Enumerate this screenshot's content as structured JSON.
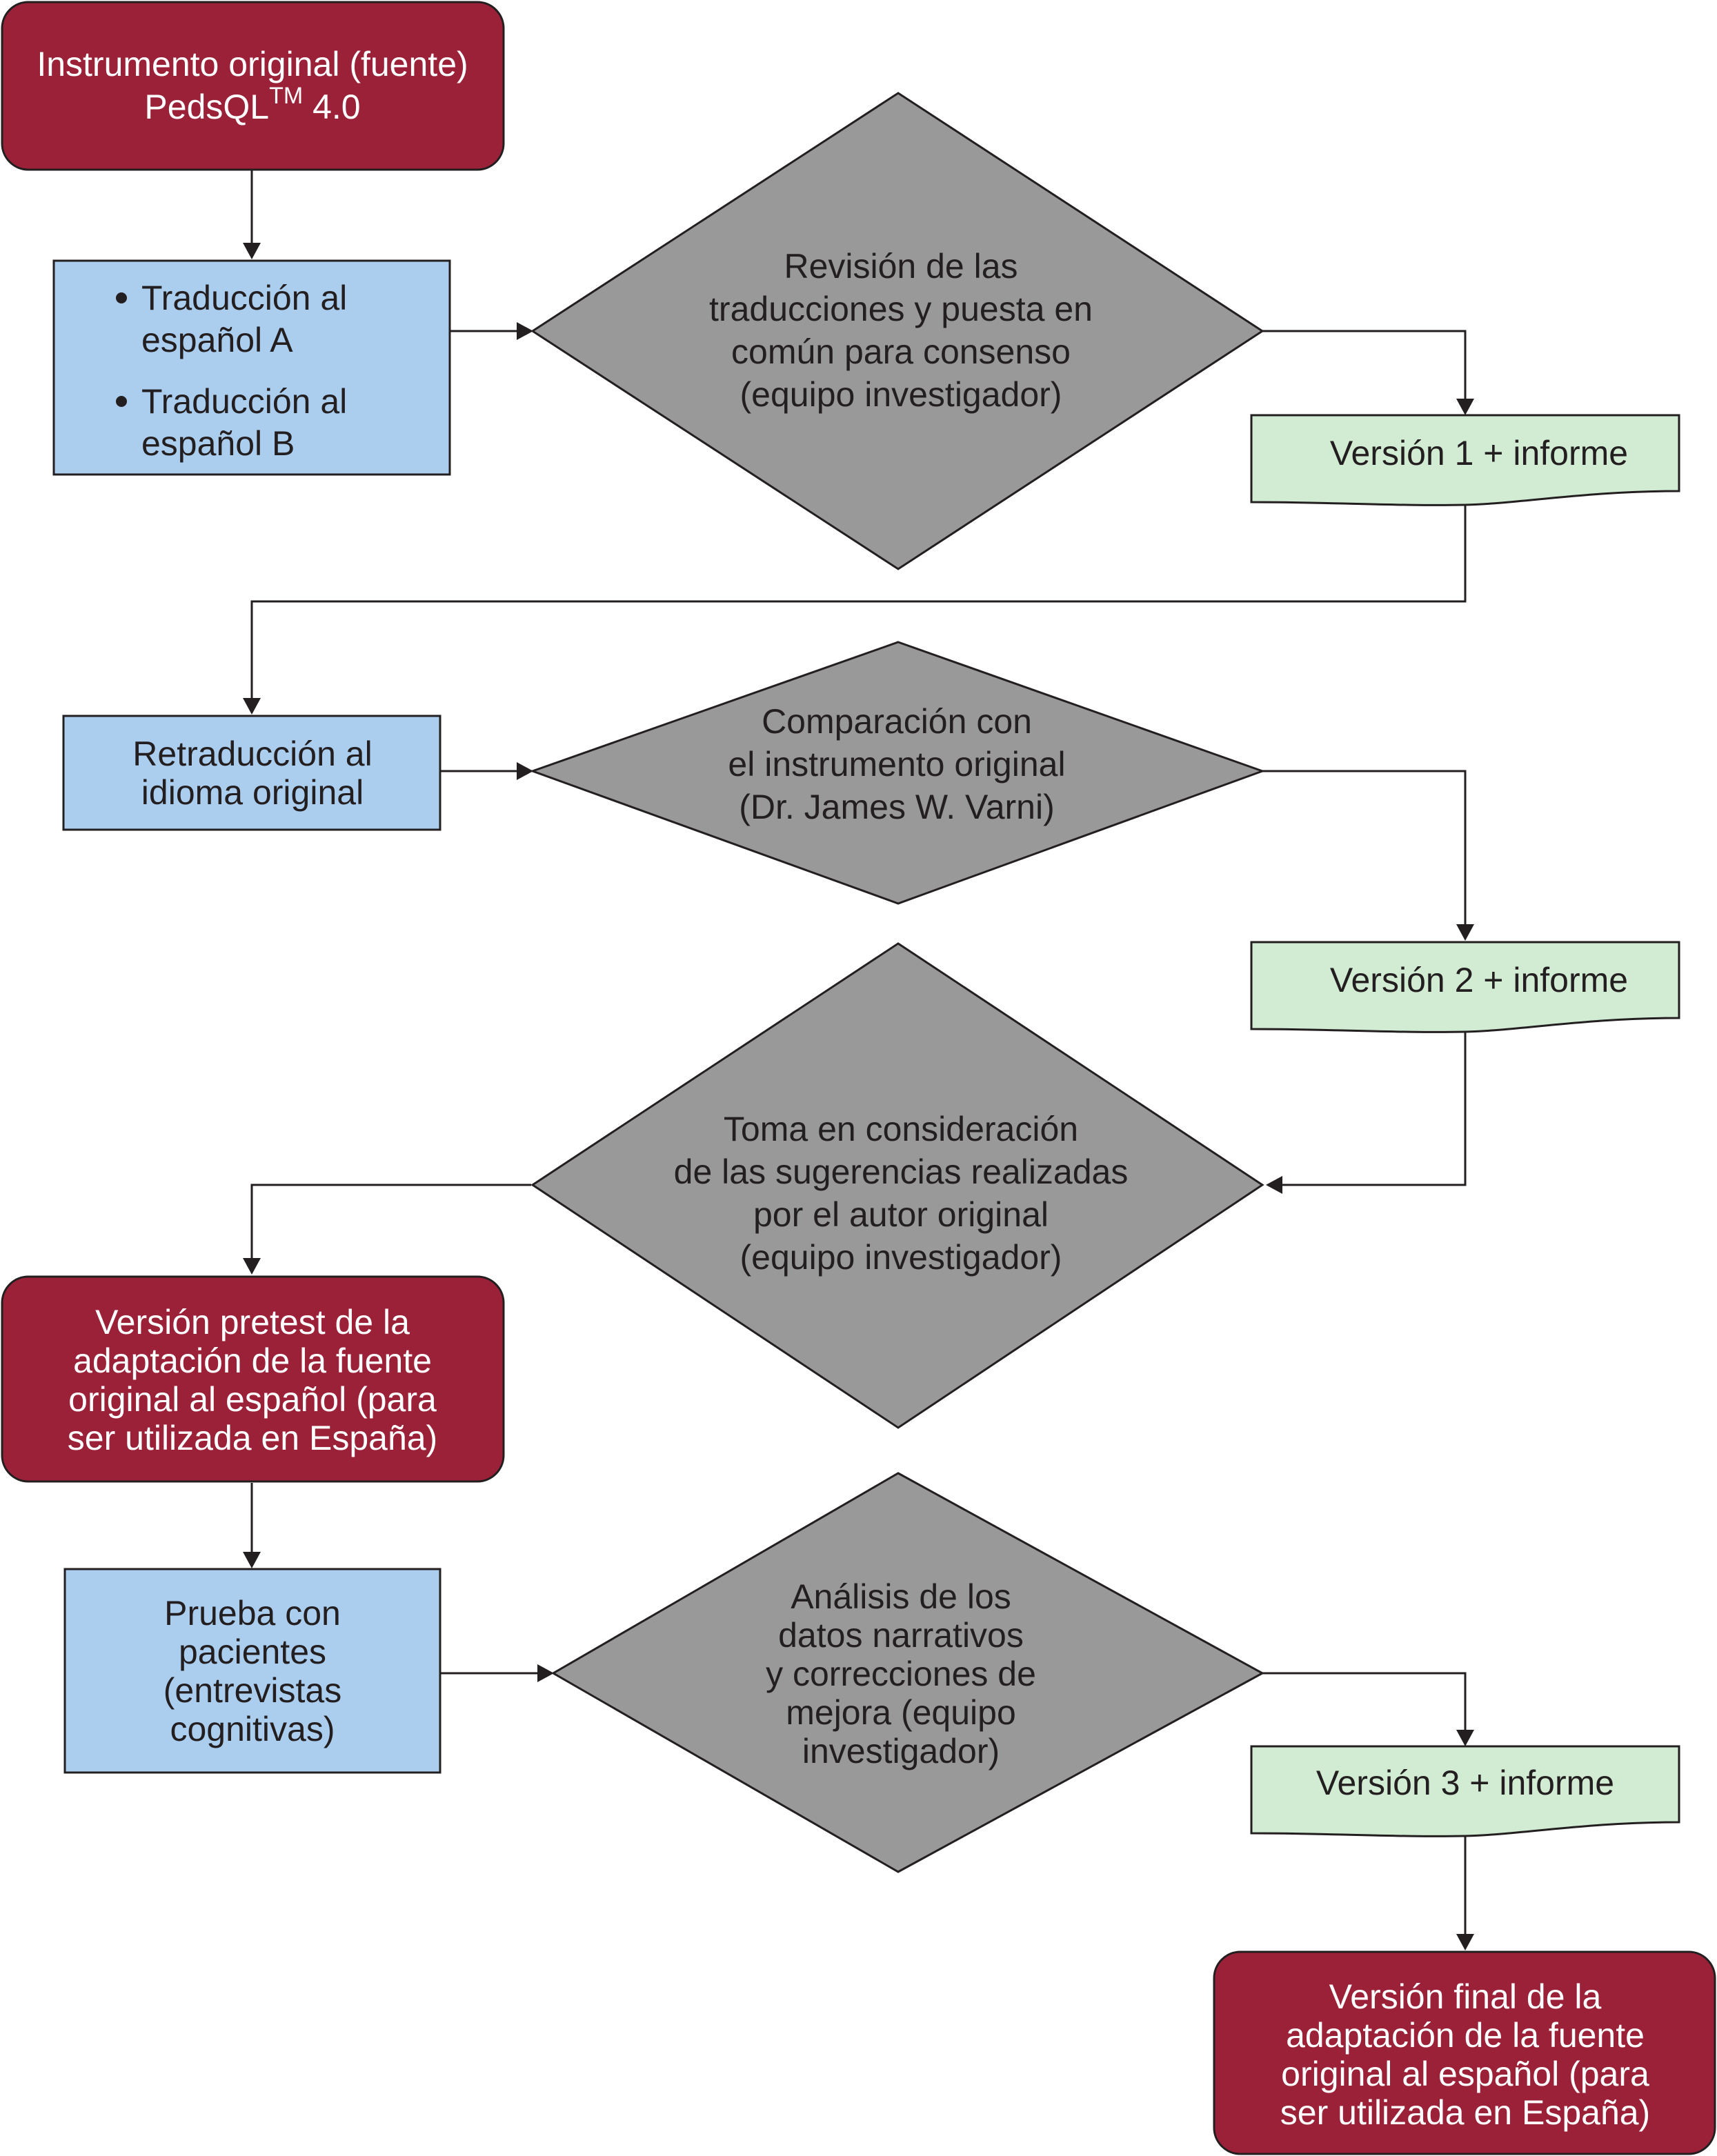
{
  "nodes": {
    "source": {
      "line1": "Instrumento original (fuente)",
      "line2_main": "PedsQL",
      "line2_sup": "TM",
      "line2_tail": " 4.0"
    },
    "translations": {
      "item_a_line1": "Traducción al",
      "item_a_line2": "español A",
      "item_b_line1": "Traducción al",
      "item_b_line2": "español B"
    },
    "review": {
      "lines": [
        "Revisión de las",
        "traducciones y puesta en",
        "común para consenso",
        "(equipo investigador)"
      ]
    },
    "version1": {
      "label": "Versión 1 + informe"
    },
    "back_translation": {
      "lines": [
        "Retraducción al",
        "idioma original"
      ]
    },
    "comparison": {
      "lines": [
        "Comparación con",
        "el instrumento original",
        "(Dr. James W. Varni)"
      ]
    },
    "version2": {
      "label": "Versión 2 + informe"
    },
    "suggestions": {
      "lines": [
        "Toma en consideración",
        "de las sugerencias realizadas",
        "por el autor original",
        "(equipo investigador)"
      ]
    },
    "pretest": {
      "lines": [
        "Versión pretest de la",
        "adaptación de la fuente",
        "original al español (para",
        "ser utilizada en España)"
      ]
    },
    "patients": {
      "lines": [
        "Prueba con",
        "pacientes",
        "(entrevistas",
        "cognitivas)"
      ]
    },
    "analysis": {
      "lines": [
        "Análisis de los",
        "datos narrativos",
        "y correcciones de",
        "mejora (equipo",
        "investigador)"
      ]
    },
    "version3": {
      "label": "Versión 3 + informe"
    },
    "final": {
      "lines": [
        "Versión final de la",
        "adaptación de la fuente",
        "original al español (para",
        "ser utilizada en España)"
      ]
    }
  },
  "colors": {
    "start_end_node": "#9b2139",
    "process_node": "#abcdee",
    "decision_node": "#999999",
    "document_node": "#d2ebd3",
    "connector": "#231f20"
  }
}
